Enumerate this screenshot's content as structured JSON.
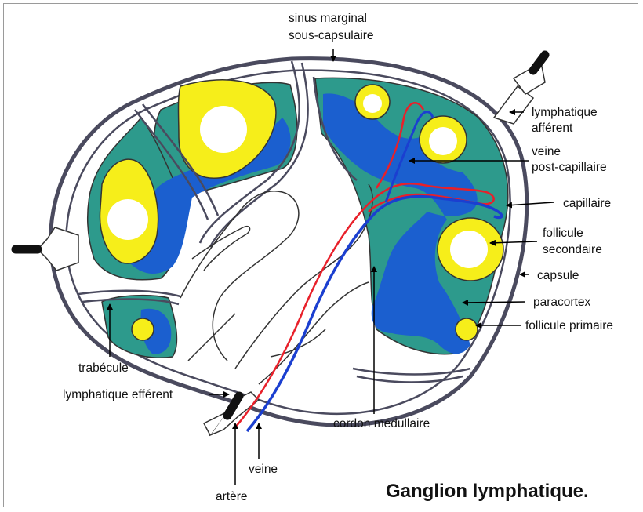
{
  "title": "Ganglion lymphatique.",
  "labels": {
    "sinus_line1": "sinus marginal",
    "sinus_line2": "sous-capsulaire",
    "lymph_aff_line1": "lymphatique",
    "lymph_aff_line2": "afférent",
    "veine_pc_line1": "veine",
    "veine_pc_line2": "post-capillaire",
    "capillaire": "capillaire",
    "foll_sec_line1": "follicule",
    "foll_sec_line2": "secondaire",
    "capsule": "capsule",
    "paracortex": "paracortex",
    "foll_prim": "follicule primaire",
    "trabecule": "trabécule",
    "lymph_eff": "lymphatique efférent",
    "cordon": "cordon médullaire",
    "veine": "veine",
    "artere": "artère"
  },
  "colors": {
    "teal": "#2d9a8c",
    "blue": "#1b5fcf",
    "yellow": "#f6ee1a",
    "capsule": "#4a4a5e",
    "artery": "#e8202a",
    "vein": "#1b3fd0"
  }
}
